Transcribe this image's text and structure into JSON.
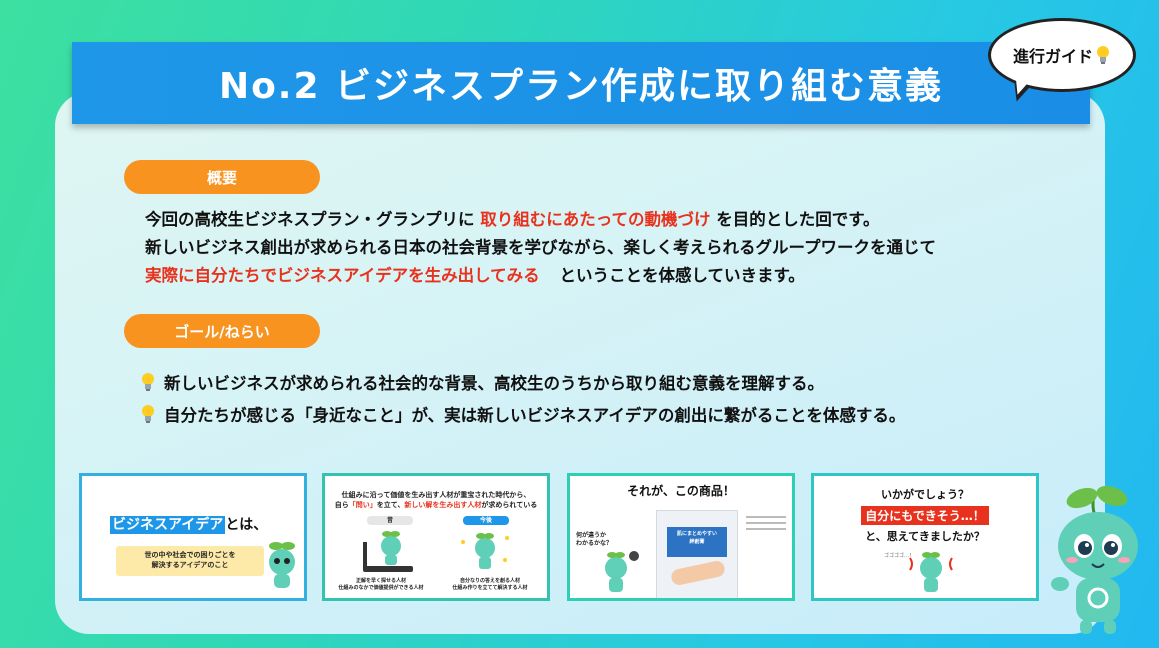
{
  "title": "No.2 ビジネスプラン作成に取り組む意義",
  "guide_bubble": "進行ガイド",
  "overview": {
    "label": "概要",
    "line1_pre": "今回の高校生ビジネスプラン・グランプリに",
    "line1_red": "取り組むにあたっての動機づけ",
    "line1_post": "を目的とした回です。",
    "line2": "新しいビジネス創出が求められる日本の社会背景を学びながら、楽しく考えられるグループワークを通じて",
    "line3_red": "実際に自分たちでビジネスアイデアを生み出してみる",
    "line3_post": "ということを体感していきます。"
  },
  "goal": {
    "label": "ゴール/ねらい",
    "items": [
      "新しいビジネスが求められる社会的な背景、高校生のうちから取り組む意義を理解する。",
      "自分たちが感じる「身近なこと」が、実は新しいビジネスアイデアの創出に繋がることを体感する。"
    ]
  },
  "thumbnails": {
    "t1": {
      "heading_blue": "ビジネスアイデア",
      "heading_post": "とは、",
      "box_line1": "世の中や社会での困りごとを",
      "box_line2": "解決するアイデアのこと"
    },
    "t2": {
      "line1": "仕組みに沿って価値を生み出す人材が重宝された時代から、",
      "line2_pre": "自ら",
      "line2_red1": "「問い」",
      "line2_mid": "を立て、",
      "line2_red2": "新しい解を生み出す人材",
      "line2_post": "が求められている",
      "left_label": "昔",
      "right_label": "今後",
      "left_caption1": "正解を早く探せる人材",
      "left_caption2": "仕組みのなかで価値提供ができる人材",
      "right_caption1": "自分なりの答えを創る人材",
      "right_caption2": "仕組み作りを立てて解決する人材"
    },
    "t3": {
      "heading": "それが、この商品！",
      "side_note1": "何が違うか",
      "side_note2": "わかるかな？",
      "product_line1": "肌にまとめやすい",
      "product_line2": "絆創膏"
    },
    "t4": {
      "line1": "いかがでしょう？",
      "banner": "自分にもできそう…！",
      "line3": "と、思えてきましたか？",
      "sfx": "ゴゴゴゴ…！"
    }
  },
  "colors": {
    "title_bar": "#1f97e8",
    "pill": "#f7931e",
    "emphasis": "#e8321e",
    "panel": "#dff6f2"
  }
}
